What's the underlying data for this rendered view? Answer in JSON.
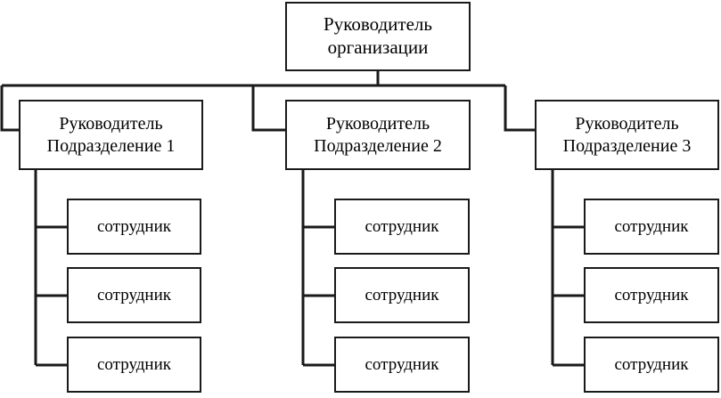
{
  "diagram": {
    "title_text": "Руководитель организации",
    "type": "organizational-hierarchy-chart",
    "colors": {
      "background": "#ffffff",
      "stroke": "#1a1a1a",
      "text": "#000000"
    },
    "root": {
      "line1": "Руководитель",
      "line2": "организации"
    },
    "units": [
      {
        "line1": "Руководитель",
        "line2": "Подразделение 1",
        "staff": [
          {
            "label": "сотрудник"
          },
          {
            "label": "сотрудник"
          },
          {
            "label": "сотрудник"
          }
        ]
      },
      {
        "line1": "Руководитель",
        "line2": "Подразделение 2",
        "staff": [
          {
            "label": "сотрудник"
          },
          {
            "label": "сотрудник"
          },
          {
            "label": "сотрудник"
          }
        ]
      },
      {
        "line1": "Руководитель",
        "line2": "Подразделение 3",
        "staff": [
          {
            "label": "сотрудник"
          },
          {
            "label": "сотрудник"
          },
          {
            "label": "сотрудник"
          }
        ]
      }
    ]
  }
}
